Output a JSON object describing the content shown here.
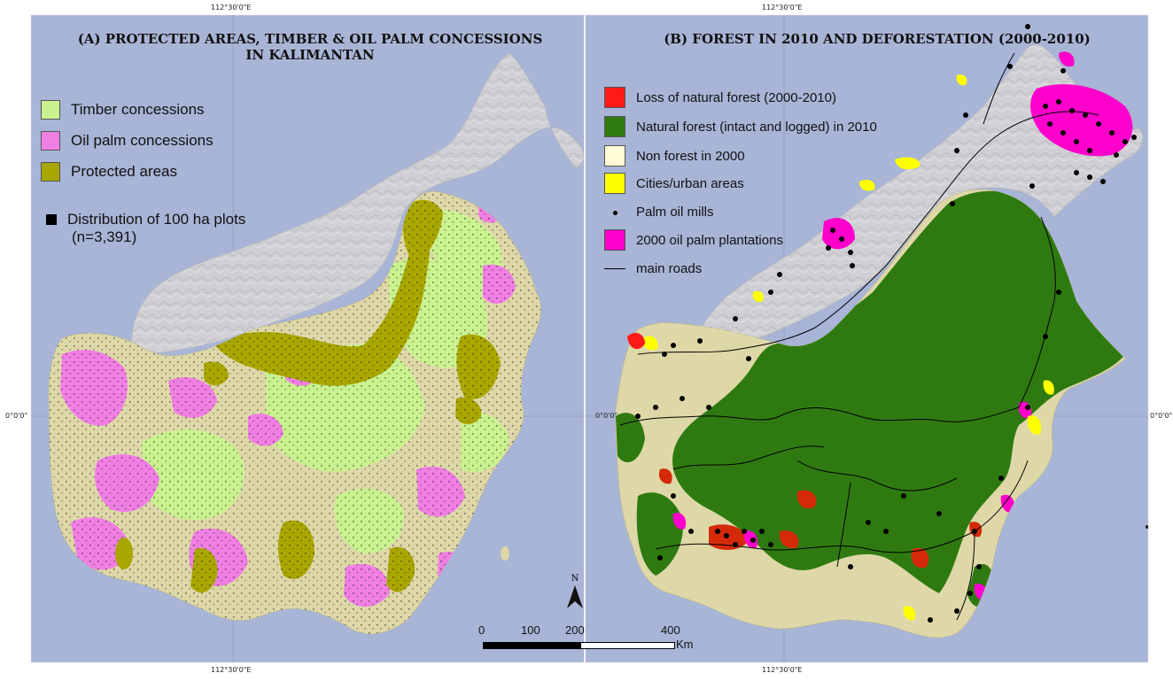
{
  "coords": {
    "top_left": "112°30'0\"E",
    "top_right": "112°30'0\"E",
    "bottom_left": "112°30'0\"E",
    "bottom_right": "112°30'0\"E",
    "left_lat": "0°0'0\"",
    "mid_lat": "0°0'0\"",
    "right_lat": "0°0'0\""
  },
  "panel_a": {
    "title_line1": "(A) PROTECTED AREAS, TIMBER & OIL PALM CONCESSIONS",
    "title_line2": "IN KALIMANTAN",
    "legend": [
      {
        "label": "Timber concessions",
        "color": "#c9f28f"
      },
      {
        "label": "Oil palm concessions",
        "color": "#f07fe3"
      },
      {
        "label": "Protected areas",
        "color": "#a9a600"
      }
    ],
    "plots_label_1": "Distribution of 100 ha plots",
    "plots_label_2": "(n=3,391)"
  },
  "panel_b": {
    "title": "(B) FOREST IN 2010 AND DEFORESTATION (2000-2010)",
    "legend": [
      {
        "label": "Loss of natural forest (2000-2010)",
        "color": "#ff1a1a",
        "kind": "box"
      },
      {
        "label": "Natural forest (intact and logged) in 2010",
        "color": "#2f7a10",
        "kind": "box"
      },
      {
        "label": "Non forest in 2000",
        "color": "#fffbd6",
        "kind": "box"
      },
      {
        "label": "Cities/urban areas",
        "color": "#ffff00",
        "kind": "box"
      },
      {
        "label": "Palm oil mills",
        "color": "#000000",
        "kind": "dot"
      },
      {
        "label": "2000 oil palm plantations",
        "color": "#ff00cc",
        "kind": "box"
      },
      {
        "label": "main roads",
        "color": "#000000",
        "kind": "line"
      }
    ]
  },
  "scale": {
    "ticks": [
      "0",
      "100",
      "200",
      "400"
    ],
    "unit": "Km"
  },
  "north": "N",
  "colors": {
    "sea": "#a8b5d6",
    "land_base": "#ded8a8",
    "relief": "#d2d2d6",
    "timber": "#c9f28f",
    "oilpalm": "#f07fe3",
    "protected": "#a9a600",
    "forest": "#2f7a10",
    "loss": "#d42a0a",
    "plantation": "#ff00cc",
    "urban": "#ffff00"
  }
}
